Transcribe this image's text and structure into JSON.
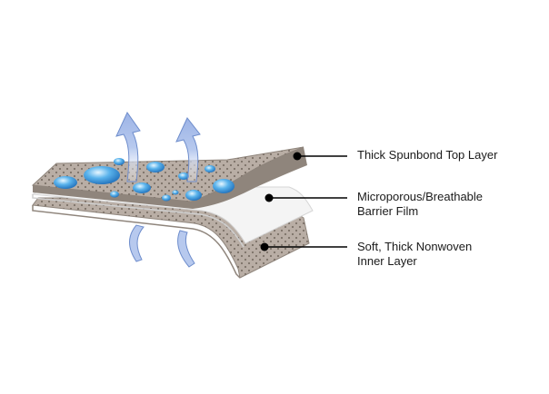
{
  "diagram": {
    "labels": {
      "top": {
        "line1": "Thick Spunbond Top Layer"
      },
      "middle": {
        "line1": "Microporous/Breathable",
        "line2": "Barrier Film"
      },
      "bottom": {
        "line1": "Soft, Thick Nonwoven",
        "line2": "Inner Layer"
      }
    },
    "layers": [
      "spunbond-top-layer",
      "barrier-film",
      "nonwoven-inner-layer"
    ],
    "icons": [
      "vapor-arrow-icon",
      "water-droplet-icon",
      "airflow-arrow-icon"
    ],
    "colors": {
      "fabric": "#b9aea5",
      "fabric_edge": "#8f857c",
      "dots": "#7c7168",
      "film": "#f4f4f4",
      "film_edge": "#d6d6d6",
      "arrow_fill": "#b7c9ee",
      "arrow_stroke": "#6e8dcc",
      "droplet": "#3a8ed6",
      "leader_line": "#000000"
    }
  }
}
